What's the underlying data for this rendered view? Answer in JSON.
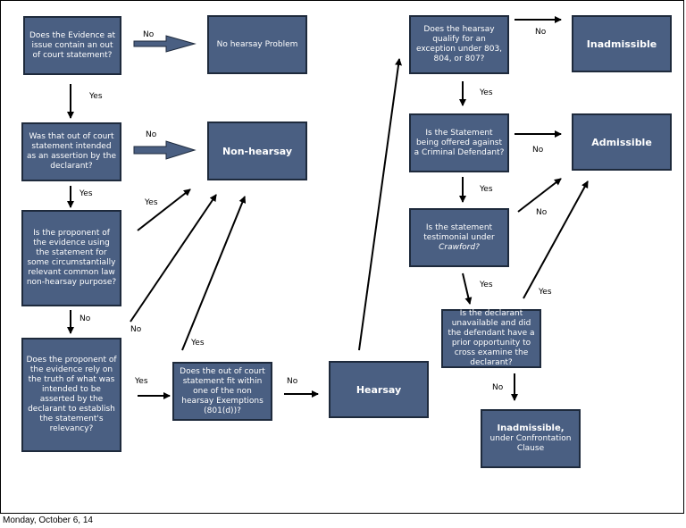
{
  "boxes": {
    "q1": "Does the Evidence at issue contain an out of court statement?",
    "no_hearsay": "No hearsay Problem",
    "q2": "Was that out of court statement intended as an assertion by the declarant?",
    "non_hearsay": "Non-hearsay",
    "q3": "Is the proponent of the evidence using the statement for some circumstantially relevant common law non-hearsay purpose?",
    "q4": "Does the proponent of the evidence rely on the truth of what was intended to be asserted by the declarant to establish the statement's relevancy?",
    "q5": "Does the out of court statement fit within one of the non hearsay Exemptions (801(d))?",
    "hearsay": "Hearsay",
    "q6": "Does the hearsay qualify for an exception under 803, 804, or 807?",
    "inadmissible": "Inadmissible",
    "q7": "Is the Statement being offered against a Criminal Defendant?",
    "admissible": "Admissible",
    "q8_pre": "Is the statement testimonial under",
    "q8_em": "Crawford?",
    "q9": "Is the declarant unavailable and did the defendant have a prior opportunity to cross examine the declarant?",
    "inadm_cc_bold": "Inadmissible,",
    "inadm_cc_rest": "under Confrontation Clause"
  },
  "labels": {
    "no": "No",
    "yes": "Yes"
  },
  "footer": "Monday, October 6, 14",
  "colors": {
    "box_fill": "#4a5f82",
    "box_border": "#1e2a3c",
    "box_text": "#ffffff",
    "arrow": "#000000"
  }
}
